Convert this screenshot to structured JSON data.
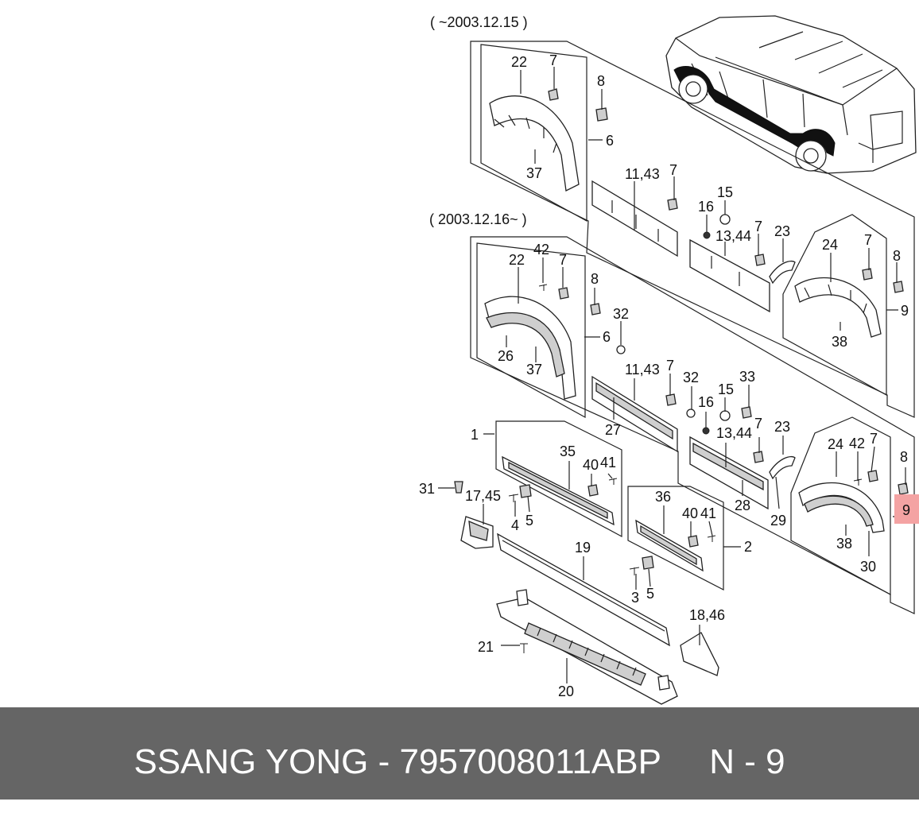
{
  "period_labels": {
    "old": "( ~2003.12.15 )",
    "new": "( 2003.12.16~ )"
  },
  "callouts": {
    "o22": "22",
    "o7a": "7",
    "o8a": "8",
    "o6": "6",
    "o37": "37",
    "o1143": "11,43",
    "o7b": "7",
    "o15": "15",
    "o16": "16",
    "o1344": "13,44",
    "o7c": "7",
    "o23": "23",
    "o24": "24",
    "o7d": "7",
    "o8b": "8",
    "o9": "9",
    "o38": "38",
    "n22": "22",
    "n42a": "42",
    "n7a": "7",
    "n8a": "8",
    "n32a": "32",
    "n6": "6",
    "n26": "26",
    "n37": "37",
    "n1143": "11,43",
    "n7b": "7",
    "n27": "27",
    "n32b": "32",
    "n16": "16",
    "n15": "15",
    "n33": "33",
    "n1344": "13,44",
    "n7c": "7",
    "n23": "23",
    "n28": "28",
    "n29": "29",
    "n24": "24",
    "n42b": "42",
    "n7d": "7",
    "n8b": "8",
    "n9": "9",
    "n38": "38",
    "n30": "30",
    "s1": "1",
    "s35": "35",
    "s40a": "40",
    "s41a": "41",
    "s31": "31",
    "s1745": "17,45",
    "s4": "4",
    "s5a": "5",
    "s36": "36",
    "s40b": "40",
    "s41b": "41",
    "s2": "2",
    "s19": "19",
    "s3": "3",
    "s5b": "5",
    "s1846": "18,46",
    "s21": "21",
    "s20": "20"
  },
  "highlight": {
    "label": "9",
    "color": "#f4a3a3"
  },
  "footer": {
    "text": "SSANG YONG - 7957008011ABP     N - 9",
    "background": "#656565"
  },
  "icons": [
    "vehicle-illustration",
    "wheel-arch-molding",
    "side-molding",
    "clip",
    "screw",
    "side-step"
  ]
}
